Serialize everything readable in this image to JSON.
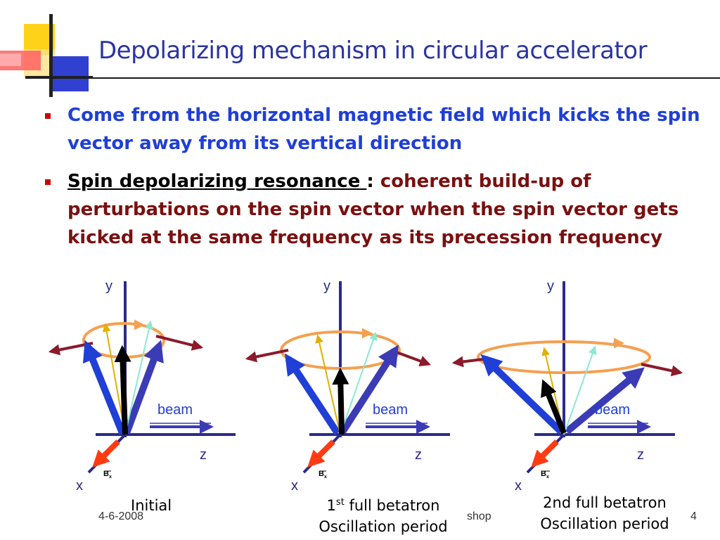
{
  "slide": {
    "title": "Depolarizing mechanism in circular accelerator",
    "bullets": [
      {
        "text": "Come from the horizontal magnetic field which kicks the spin vector away from its vertical direction"
      },
      {
        "term": "Spin depolarizing resonance ",
        "colon": ":",
        "text": " coherent build-up of perturbations on the spin vector when the spin vector gets kicked at the same frequency as its precession frequency"
      }
    ]
  },
  "panels": [
    {
      "y_label": "y",
      "z_label": "z",
      "x_label": "x",
      "beam_label": "beam",
      "field_label": "B",
      "field_sub": "x",
      "caption_lines": [
        "Initial"
      ]
    },
    {
      "y_label": "y",
      "z_label": "z",
      "x_label": "x",
      "beam_label": "beam",
      "field_label": "B",
      "field_sub": "x",
      "caption_html_sup": "st",
      "caption_lines": [
        "1",
        " full betatron",
        "Oscillation period"
      ]
    },
    {
      "y_label": "y",
      "z_label": "z",
      "x_label": "x",
      "beam_label": "beam",
      "field_label": "B",
      "field_sub": "x",
      "caption_lines": [
        "2nd full betatron",
        "Oscillation period"
      ]
    }
  ],
  "footer": {
    "date": "4-6-2008",
    "venue": "shop",
    "page": "4"
  },
  "colors": {
    "title": "#2b34a3",
    "bullet1": "#1f3fd6",
    "bullet2": "#7a1010",
    "axis": "#2a2a8c",
    "beam": "#3b3bb5",
    "ring": "#f4a050",
    "spin": "#000000",
    "kick": "#8b1a2a",
    "field": "#ff3b14"
  }
}
